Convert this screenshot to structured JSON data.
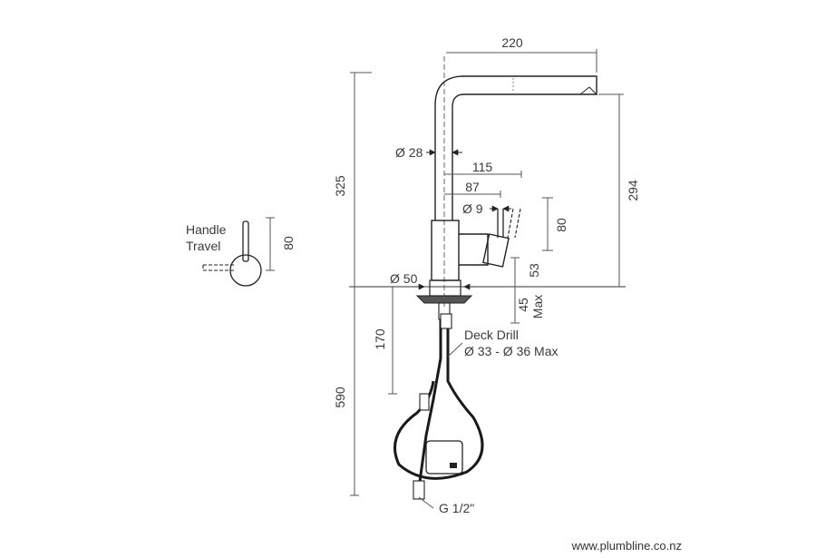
{
  "colors": {
    "line": "#222222",
    "dim": "#555555",
    "text": "#3a3a3a",
    "hose": "#1a1a1a",
    "background": "#ffffff"
  },
  "dimensions": {
    "spout_reach": "220",
    "overall_height": "325",
    "body_diameter": "Ø 28",
    "dim_115": "115",
    "dim_87": "87",
    "lever_diameter": "Ø 9",
    "lever_height": "80",
    "spout_height": "294",
    "base_diameter": "Ø 50",
    "lever_offset": "53",
    "deck_max_value": "45",
    "deck_max_suffix": "Max",
    "shank_length": "170",
    "hose_length": "590",
    "handle_travel_height": "80"
  },
  "labels": {
    "handle_travel_line1": "Handle",
    "handle_travel_line2": "Travel",
    "deck_drill_line1": "Deck Drill",
    "deck_drill_line2": "Ø 33 - Ø 36 Max",
    "connector": "G 1/2\""
  },
  "footer": {
    "website": "www.plumbline.co.nz"
  }
}
